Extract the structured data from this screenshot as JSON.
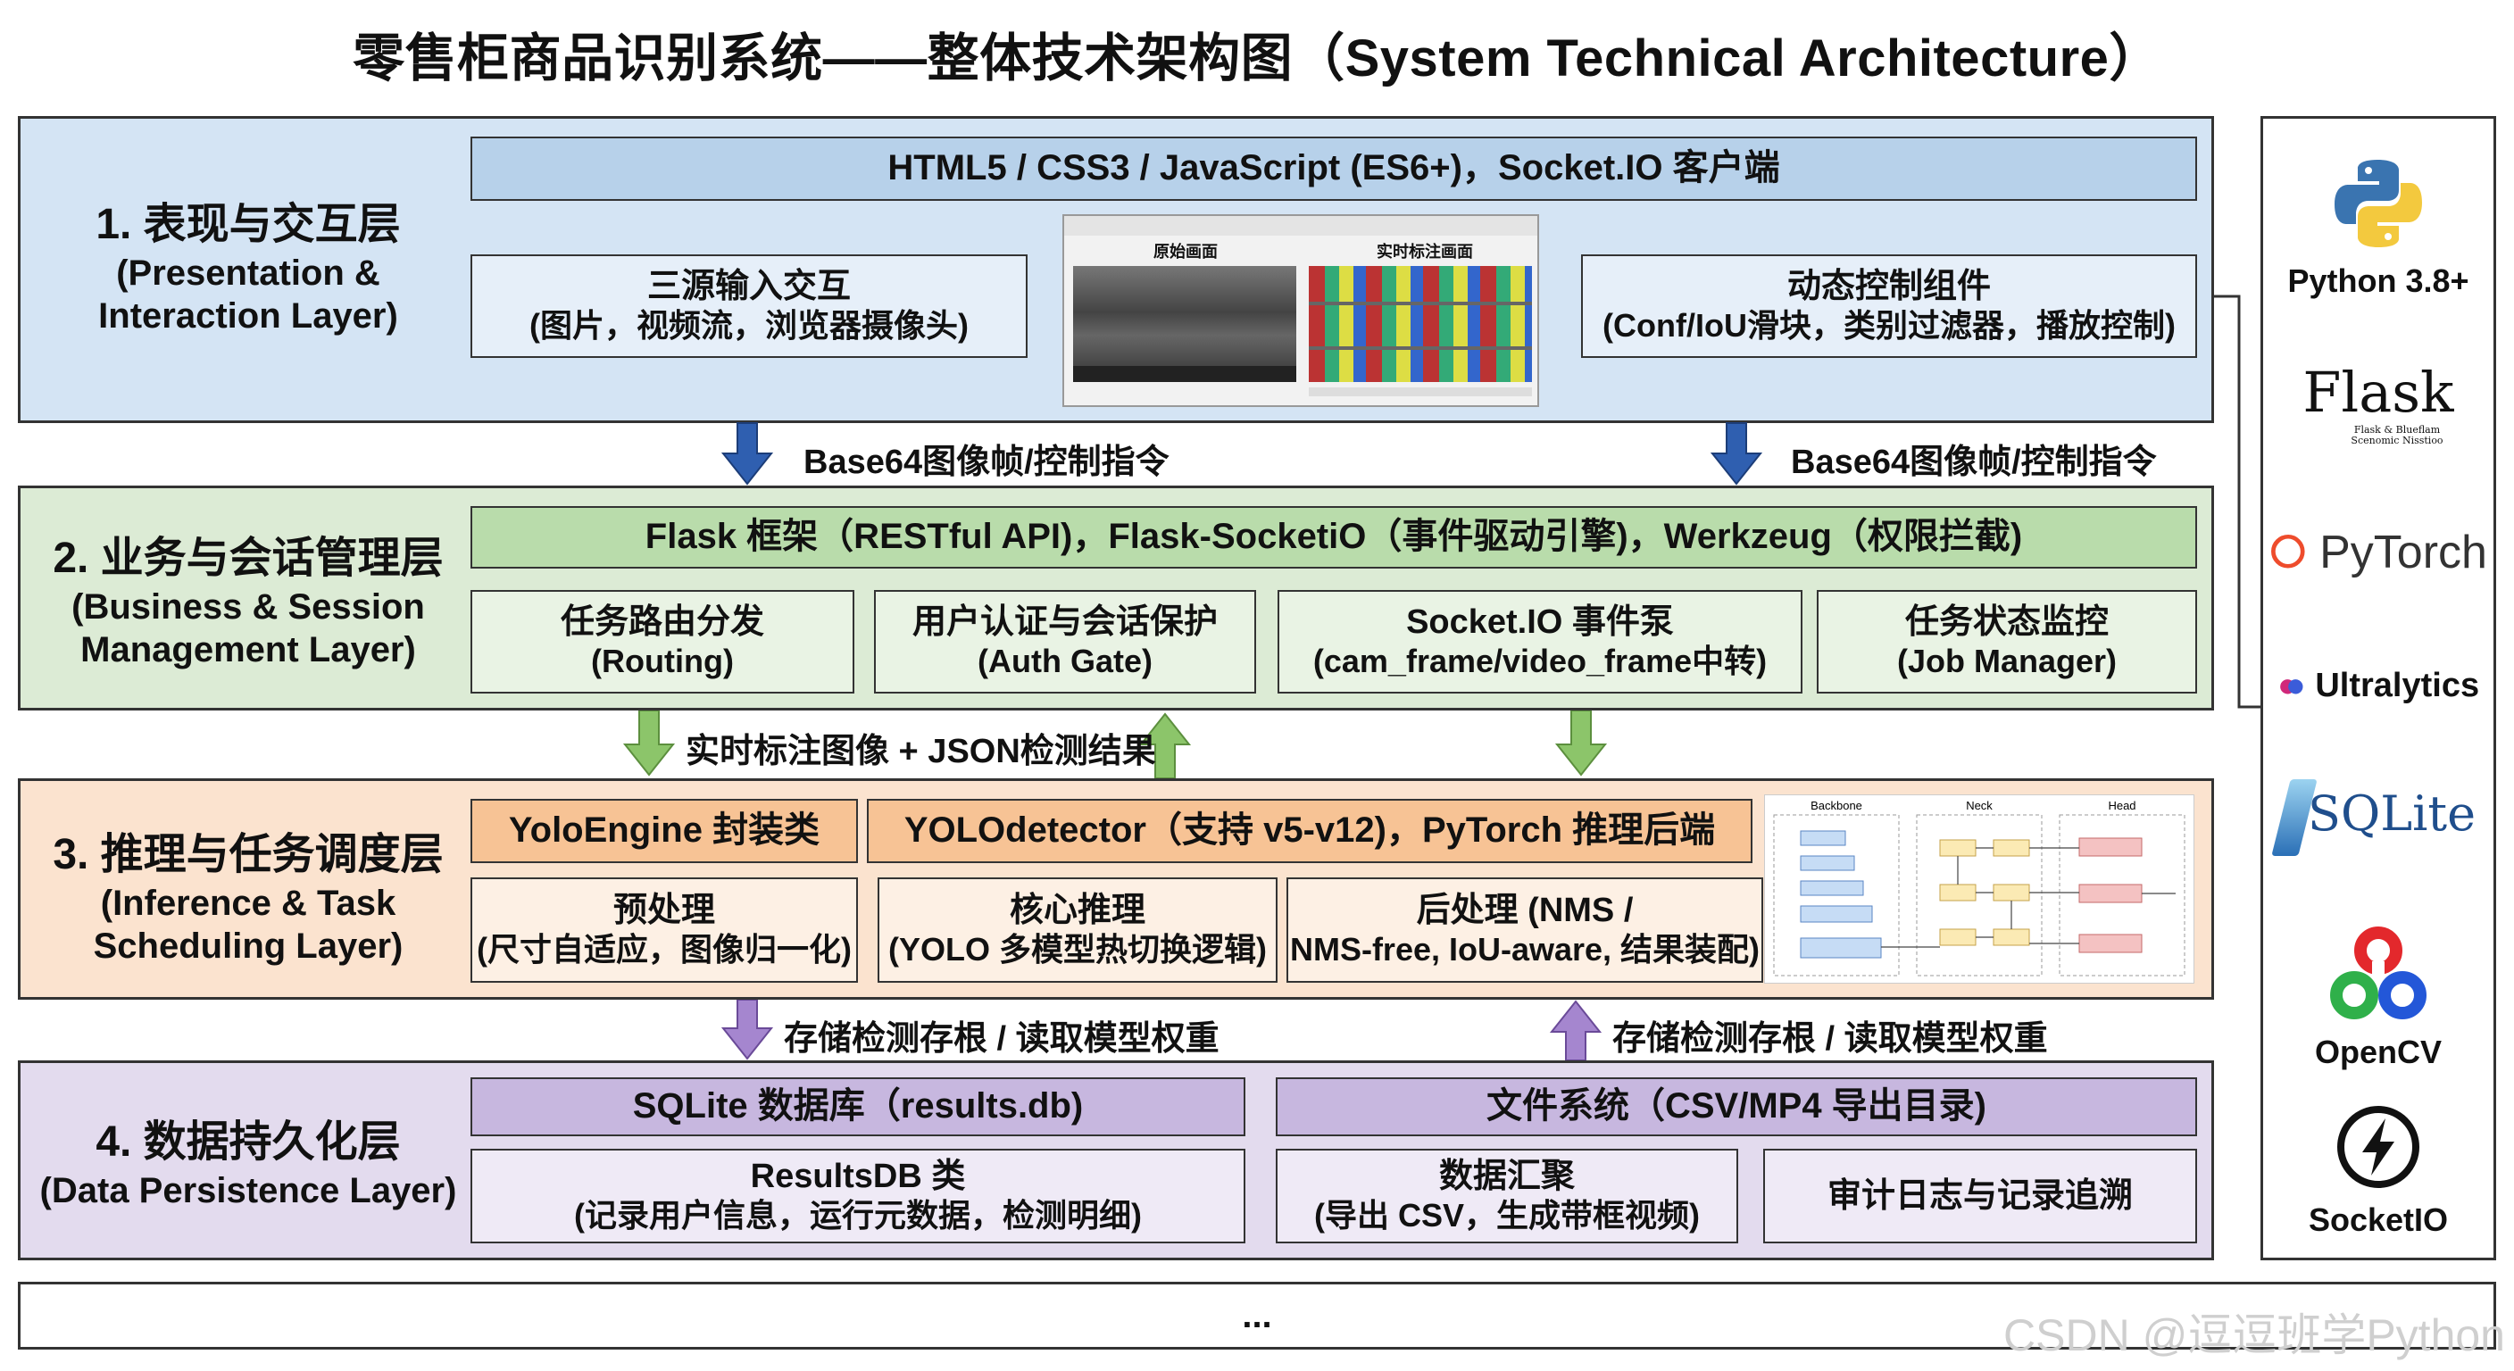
{
  "title": "零售柜商品识别系统——整体技术架构图（System Technical Architecture）",
  "layers": [
    {
      "zh": "1. 表现与交互层",
      "en1": "(Presentation &",
      "en2": "Interaction Layer)",
      "header": "HTML5 / CSS3 / JavaScript (ES6+)，Socket.IO 客户端",
      "boxes": [
        {
          "a": "三源输入交互",
          "b": "(图片，视频流，浏览器摄像头)"
        },
        {
          "a": "动态控制组件",
          "b": "(Conf/IoU滑块，类别过滤器，播放控制)"
        }
      ],
      "screenshot": {
        "left_caption": "原始画面",
        "right_caption": "实时标注画面"
      }
    },
    {
      "zh": "2. 业务与会话管理层",
      "en1": "(Business & Session",
      "en2": "Management Layer)",
      "header": "Flask 框架（RESTful API)，Flask-SocketiO（事件驱动引擎)，Werkzeug（权限拦截)",
      "boxes": [
        {
          "a": "任务路由分发",
          "b": "(Routing)"
        },
        {
          "a": "用户认证与会话保护",
          "b": "(Auth Gate)"
        },
        {
          "a": "Socket.IO 事件泵",
          "b": "(cam_frame/video_frame中转)"
        },
        {
          "a": "任务状态监控",
          "b": "(Job Manager)"
        }
      ]
    },
    {
      "zh": "3. 推理与任务调度层",
      "en1": "(Inference & Task",
      "en2": "Scheduling Layer)",
      "header_left": "YoloEngine 封装类",
      "header_right": "YOLOdetector（支持 v5-v12)，PyTorch 推理后端",
      "boxes": [
        {
          "a": "预处理",
          "b": "(尺寸自适应，图像归一化)"
        },
        {
          "a": "核心推理",
          "b": "(YOLO 多模型热切换逻辑)"
        },
        {
          "a": "后处理 (NMS /",
          "b": "NMS-free, IoU-aware, 结果装配)"
        }
      ],
      "diagram": {
        "backbone": "Backbone",
        "neck": "Neck",
        "head": "Head"
      }
    },
    {
      "zh": "4. 数据持久化层",
      "en1": "(Data Persistence Layer)",
      "header_left": "SQLite 数据库（results.db)",
      "header_right": "文件系统（CSV/MP4 导出目录)",
      "boxes": [
        {
          "a": "ResultsDB 类",
          "b": "(记录用户信息，运行元数据，检测明细)"
        },
        {
          "a": "数据汇聚",
          "b": "(导出 CSV，生成带框视频)"
        },
        {
          "a": "审计日志与记录追溯",
          "b": ""
        }
      ]
    }
  ],
  "arrows": {
    "a1": "Base64图像帧/控制指令",
    "a2": "Base64图像帧/控制指令",
    "a3": "实时标注图像 + JSON检测结果",
    "a4": "存储检测存根 / 读取模型权重",
    "a5": "存储检测存根 / 读取模型权重"
  },
  "tech_stack": [
    {
      "name": "Python 3.8+",
      "icon": "python-logo-icon"
    },
    {
      "name": "Flask",
      "icon": "flask-logo-icon",
      "sub": "Flask & Blueflam Scenomic Nisstioo"
    },
    {
      "name": "PyTorch",
      "icon": "pytorch-logo-icon"
    },
    {
      "name": "Ultralytics",
      "icon": "ultralytics-logo-icon"
    },
    {
      "name": "SQLite",
      "icon": "sqlite-logo-icon"
    },
    {
      "name": "OpenCV",
      "icon": "opencv-logo-icon"
    },
    {
      "name": "SocketIO",
      "icon": "socketio-logo-icon"
    }
  ],
  "bottom": "...",
  "watermark": "CSDN @逗逗班学Python",
  "colors": {
    "layer1": "#d4e4f4",
    "layer2": "#dcebd5",
    "layer3": "#fbe3cf",
    "layer4": "#e3dbee",
    "arrow_blue": "#2f5fb0",
    "arrow_green": "#7ab55c",
    "arrow_purple": "#8e6bbf"
  }
}
